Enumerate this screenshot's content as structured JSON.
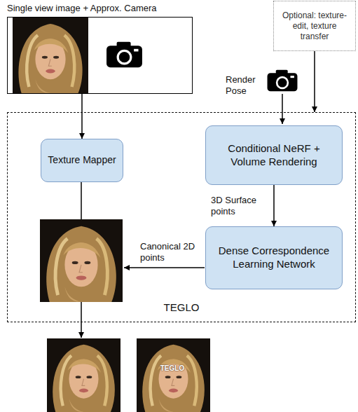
{
  "diagram": {
    "nodes": [
      {
        "text": [
          "Single view image + Approx. Camera"
        ]
      },
      {
        "text": [
          "Optional: texture-edit, texture transfer"
        ]
      },
      {
        "text": [
          "TEGLO"
        ]
      },
      {
        "text": [
          "Texture Mapper"
        ],
        "in": 2
      },
      {
        "text": [
          "Conditional NeRF + Volume Rendering"
        ],
        "in": 2
      },
      {
        "text": [
          "Dense Correspondence Learning Network"
        ],
        "in": 2
      }
    ],
    "edges": [
      {
        "from": 0,
        "to": 3,
        "arrow": "to"
      },
      {
        "from": 1,
        "to": 2,
        "arrow": "to"
      },
      {
        "from": 4,
        "to": 5,
        "label": "3D Surface points",
        "arrow": "to"
      }
    ],
    "labels": [
      "Render Pose",
      "Canonical 2D points",
      "TEGLO"
    ]
  }
}
